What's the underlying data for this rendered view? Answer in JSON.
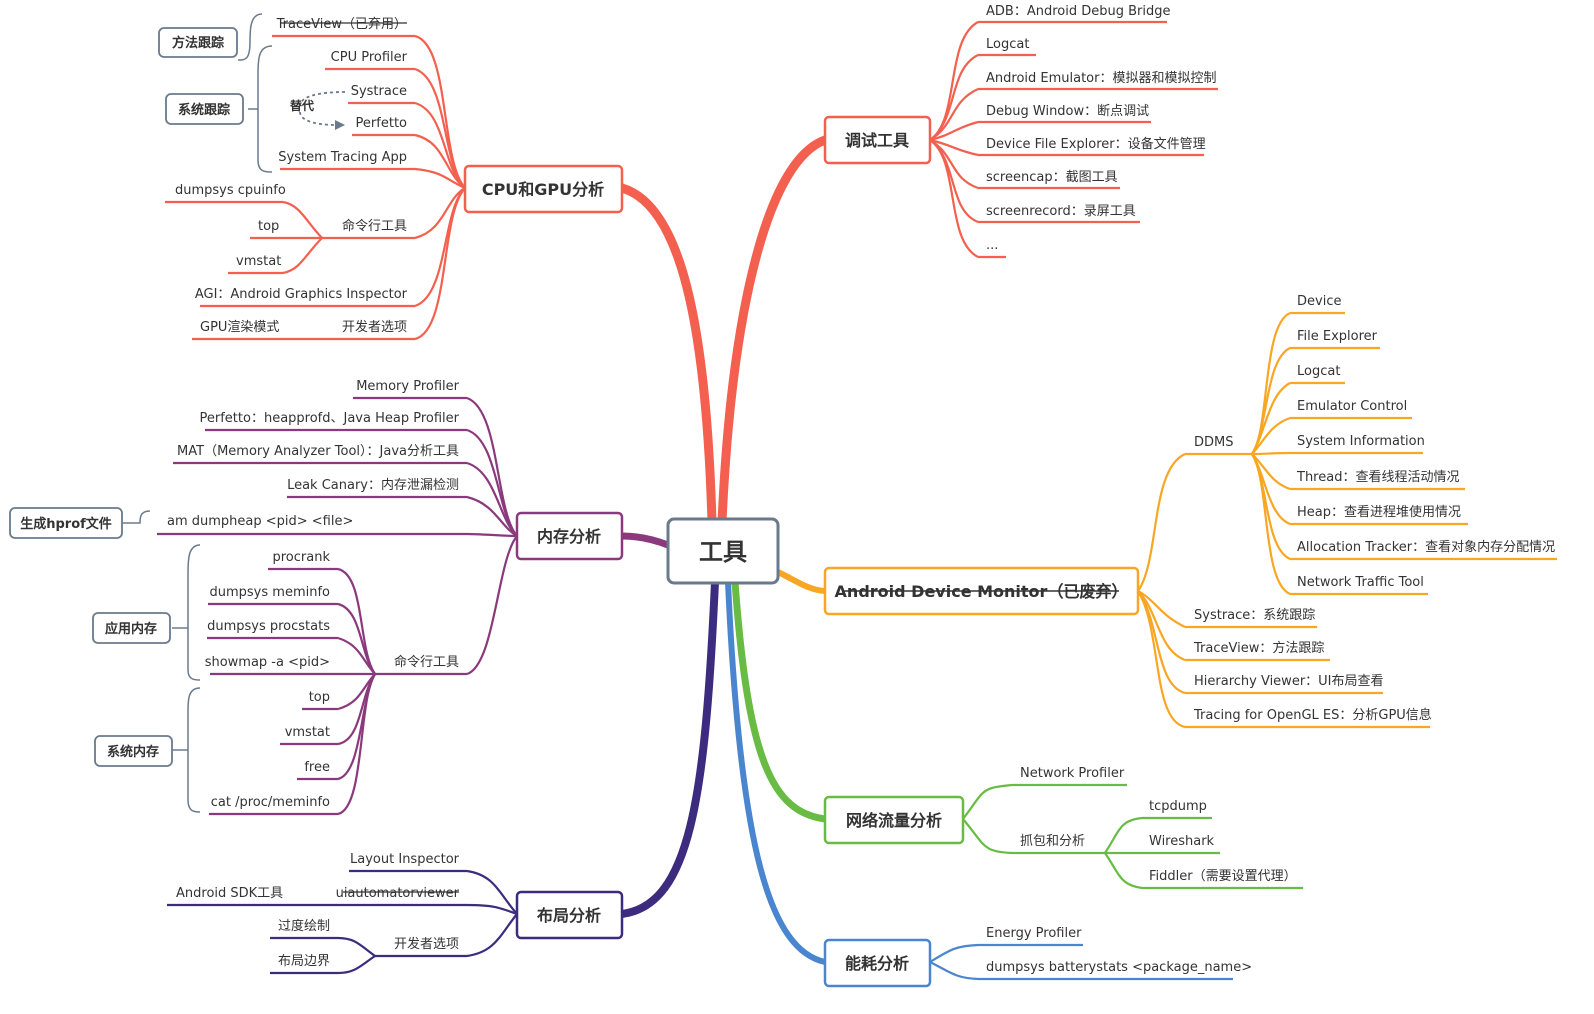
{
  "root": "工具",
  "colors": {
    "debug": "#f4604f",
    "cpu": "#f4604f",
    "adm": "#f8a623",
    "memory": "#8a3a7c",
    "network": "#68bc44",
    "energy": "#4a86cf",
    "layout": "#3c2b7e",
    "side": "#6a7a8c"
  },
  "branches": {
    "debug": {
      "label": "调试工具",
      "items": [
        "ADB：Android Debug Bridge",
        "Logcat",
        "Android Emulator：模拟器和模拟控制",
        "Debug Window：断点调试",
        "Device File Explorer：设备文件管理",
        "screencap：截图工具",
        "screenrecord：录屏工具",
        "..."
      ]
    },
    "adm": {
      "label": "Android Device Monitor（已废弃）",
      "ddms": "DDMS",
      "ddms_items": [
        "Device",
        "File Explorer",
        "Logcat",
        "Emulator Control",
        "System Information",
        "Thread：查看线程活动情况",
        "Heap：查看进程堆使用情况",
        "Allocation Tracker：查看对象内存分配情况",
        "Network Traffic Tool"
      ],
      "items": [
        "Systrace：系统跟踪",
        "TraceView：方法跟踪",
        "Hierarchy Viewer：UI布局查看",
        "Tracing for OpenGL ES：分析GPU信息"
      ]
    },
    "network": {
      "label": "网络流量分析",
      "profiler": "Network Profiler",
      "capture": "抓包和分析",
      "capture_items": [
        "tcpdump",
        "Wireshark",
        "Fiddler（需要设置代理）"
      ]
    },
    "energy": {
      "label": "能耗分析",
      "items": [
        "Energy Profiler",
        "dumpsys batterystats <package_name>"
      ]
    },
    "cpu": {
      "label": "CPU和GPU分析",
      "traceview": "TraceView（已弃用）",
      "cpu_profiler": "CPU Profiler",
      "systrace": "Systrace",
      "perfetto": "Perfetto",
      "system_tracing_app": "System Tracing App",
      "cmd": "命令行工具",
      "cmd_items": [
        "dumpsys cpuinfo",
        "top",
        "vmstat"
      ],
      "agi": "AGI：Android Graphics Inspector",
      "dev_options": "开发者选项",
      "gpu_mode": "GPU渲染模式",
      "method_tracing": "方法跟踪",
      "system_tracing": "系统跟踪",
      "replace": "替代"
    },
    "memory": {
      "label": "内存分析",
      "items": [
        "Memory Profiler",
        "Perfetto：heapprofd、Java Heap Profiler",
        "MAT（Memory Analyzer Tool）：Java分析工具",
        "Leak Canary：内存泄漏检测",
        "am dumpheap <pid> <file>"
      ],
      "hprof": "生成hprof文件",
      "cmd": "命令行工具",
      "cmd_items": [
        "procrank",
        "dumpsys meminfo",
        "dumpsys procstats",
        "showmap -a <pid>",
        "top",
        "vmstat",
        "free",
        "cat /proc/meminfo"
      ],
      "app_mem": "应用内存",
      "sys_mem": "系统内存"
    },
    "layout": {
      "label": "布局分析",
      "inspector": "Layout Inspector",
      "uiautomator": "uiautomatorviewer",
      "sdk": "Android SDK工具",
      "dev_options": "开发者选项",
      "dev_items": [
        "过度绘制",
        "布局边界"
      ]
    }
  }
}
